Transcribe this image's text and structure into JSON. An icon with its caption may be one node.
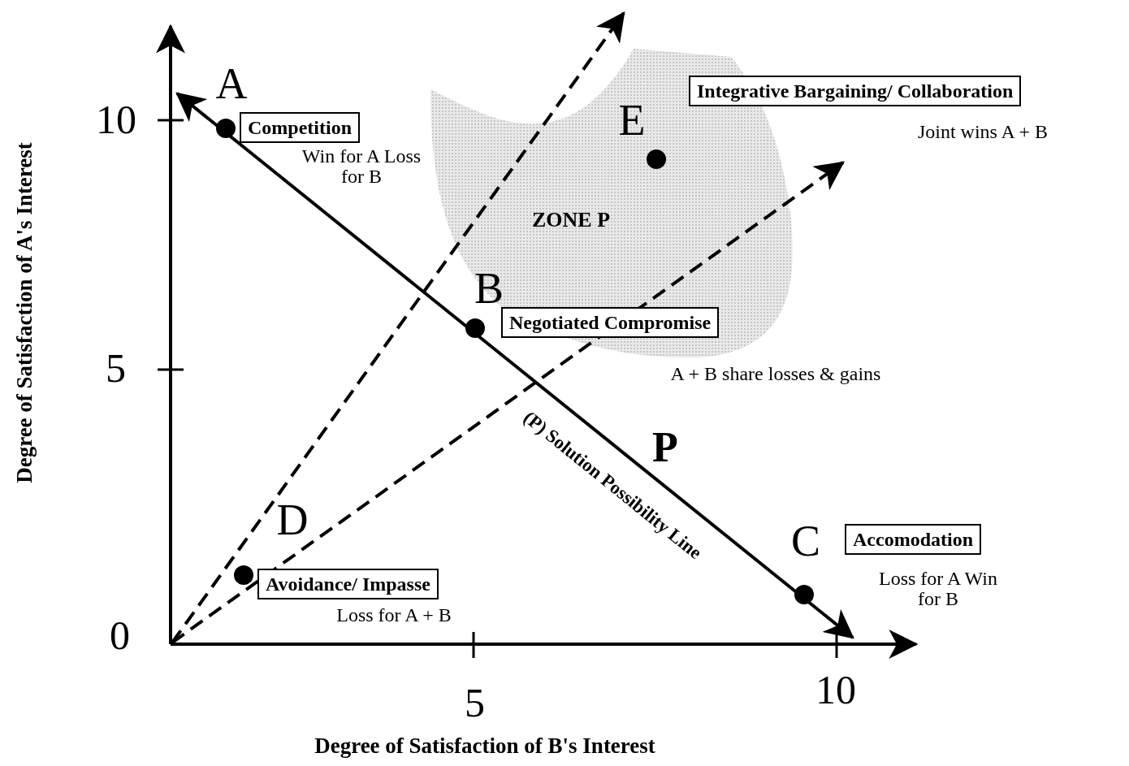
{
  "diagram": {
    "nodes": [
      {
        "text": [
          "Competition"
        ],
        "beside": [
          "Win for A Loss for B"
        ]
      },
      {
        "text": [
          "Integrative Bargaining/ Collaboration"
        ],
        "beside": [
          "Joint wins A + B"
        ]
      },
      {
        "text": [
          "Negotiated Compromise"
        ],
        "beside": [
          "A + B share losses & gains"
        ]
      },
      {
        "text": [
          "Accomodation"
        ],
        "beside": [
          "Loss for A Win for B"
        ]
      },
      {
        "text": [
          "Avoidance/ Impasse"
        ],
        "beside": [
          "Loss for A + B"
        ]
      },
      {
        "text": [],
        "shape": "circle",
        "beside": [
          "A"
        ]
      },
      {
        "text": [],
        "shape": "circle",
        "beside": [
          "E"
        ]
      },
      {
        "text": [],
        "shape": "circle",
        "beside": [
          "B"
        ]
      },
      {
        "text": [],
        "shape": "circle",
        "beside": [
          "D"
        ]
      },
      {
        "text": [],
        "shape": "circle",
        "beside": [
          "C"
        ]
      }
    ],
    "labels": [
      "Degree of Satisfaction of A's Interest",
      "10",
      "ZONE P",
      "5",
      "P",
      "(P) Solution Possibility Line",
      "0",
      "5",
      "10",
      "Degree of Satisfaction of B's Interest"
    ]
  }
}
